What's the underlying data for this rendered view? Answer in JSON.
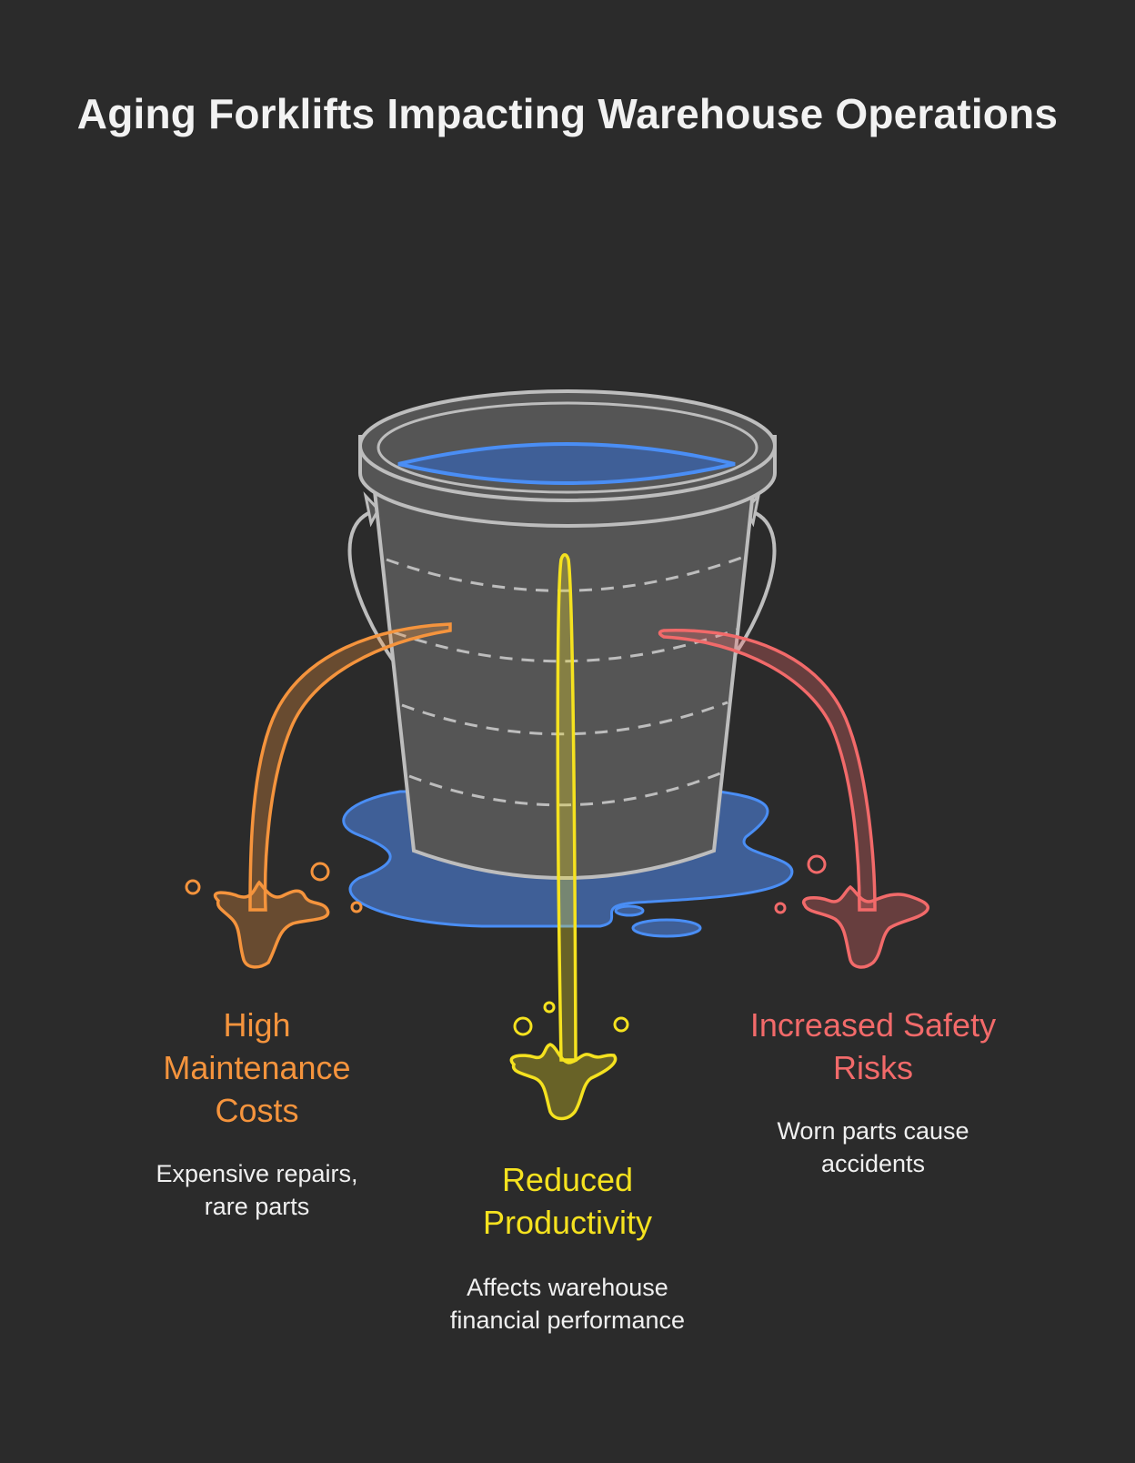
{
  "title": "Aging Forklifts Impacting Warehouse Operations",
  "colors": {
    "background": "#2b2b2b",
    "bucket_fill": "#555555",
    "bucket_stroke": "#bdbdbd",
    "water": "#4a8ef5",
    "water_fill": "#3f5f97",
    "orange": "#f5943d",
    "yellow": "#f5e21f",
    "red": "#f26a6a"
  },
  "issues": [
    {
      "label": "High Maintenance Costs",
      "description": "Expensive repairs, rare parts",
      "color": "#f5943d",
      "icon": "orange-leak-stream-icon"
    },
    {
      "label": "Reduced Productivity",
      "description": "Affects warehouse financial performance",
      "color": "#f5e21f",
      "icon": "yellow-leak-stream-icon"
    },
    {
      "label": "Increased Safety Risks",
      "description": "Worn parts cause accidents",
      "color": "#f26a6a",
      "icon": "red-leak-stream-icon"
    }
  ],
  "icons": {
    "bucket": "leaking-bucket-icon",
    "puddle": "water-puddle-icon"
  }
}
